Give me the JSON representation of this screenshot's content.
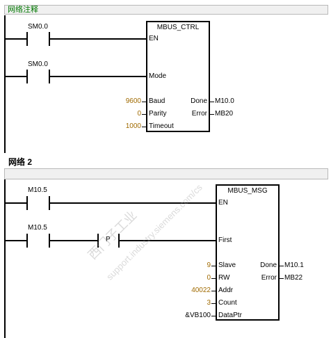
{
  "network1": {
    "comment": "网络注释",
    "contact1": "SM0.0",
    "contact2": "SM0.0",
    "block": {
      "title": "MBUS_CTRL",
      "pin_en": "EN",
      "pin_mode": "Mode",
      "pin_baud": "Baud",
      "pin_parity": "Parity",
      "pin_timeout": "Timeout",
      "pin_done": "Done",
      "pin_error": "Error",
      "val_baud": "9600",
      "val_parity": "0",
      "val_timeout": "1000",
      "out_done": "M10.0",
      "out_error": "MB20"
    }
  },
  "network2": {
    "title": "网络 2",
    "contact1": "M10.5",
    "contact2": "M10.5",
    "p_contact": "P",
    "block": {
      "title": "MBUS_MSG",
      "pin_en": "EN",
      "pin_first": "First",
      "pin_slave": "Slave",
      "pin_rw": "RW",
      "pin_addr": "Addr",
      "pin_count": "Count",
      "pin_dataptr": "DataPtr",
      "pin_done": "Done",
      "pin_error": "Error",
      "val_slave": "9",
      "val_rw": "0",
      "val_addr": "40022",
      "val_count": "3",
      "val_dataptr": "&VB100",
      "out_done": "M10.1",
      "out_error": "MB22"
    }
  },
  "watermark": {
    "line1": "西门子工业",
    "line2": "support.industry.siemens.com/cs"
  }
}
